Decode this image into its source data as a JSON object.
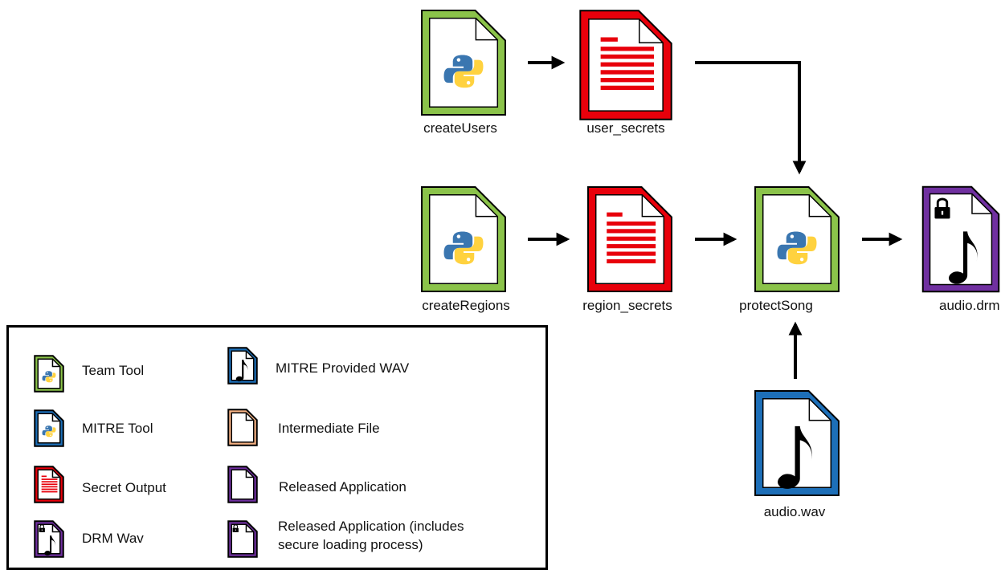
{
  "colors": {
    "team_tool": "#8bc34a",
    "mitre_tool": "#1d6fb8",
    "secret": "#e8000b",
    "intermediate": "#f4b183",
    "released": "#7030a0",
    "arrow": "#000000"
  },
  "nodes": {
    "create_users": "createUsers",
    "user_secrets": "user_secrets",
    "create_regions": "createRegions",
    "region_secrets": "region_secrets",
    "protect_song": "protectSong",
    "audio_drm": "audio.drm",
    "audio_wav": "audio.wav"
  },
  "legend": {
    "items": [
      {
        "label": "Team Tool",
        "icon": "python-file-icon",
        "color": "team_tool"
      },
      {
        "label": "MITRE Tool",
        "icon": "python-file-icon",
        "color": "mitre_tool"
      },
      {
        "label": "Secret Output",
        "icon": "lines-file-icon",
        "color": "secret"
      },
      {
        "label": "DRM Wav",
        "icon": "locked-note-file-icon",
        "color": "released"
      },
      {
        "label": "MITRE Provided WAV",
        "icon": "note-file-icon",
        "color": "mitre_tool"
      },
      {
        "label": "Intermediate File",
        "icon": "blank-file-icon",
        "color": "intermediate"
      },
      {
        "label": "Released Application",
        "icon": "blank-file-icon",
        "color": "released"
      },
      {
        "label": "Released Application (includes",
        "label2": "secure loading process)",
        "icon": "locked-file-icon",
        "color": "released"
      }
    ]
  }
}
